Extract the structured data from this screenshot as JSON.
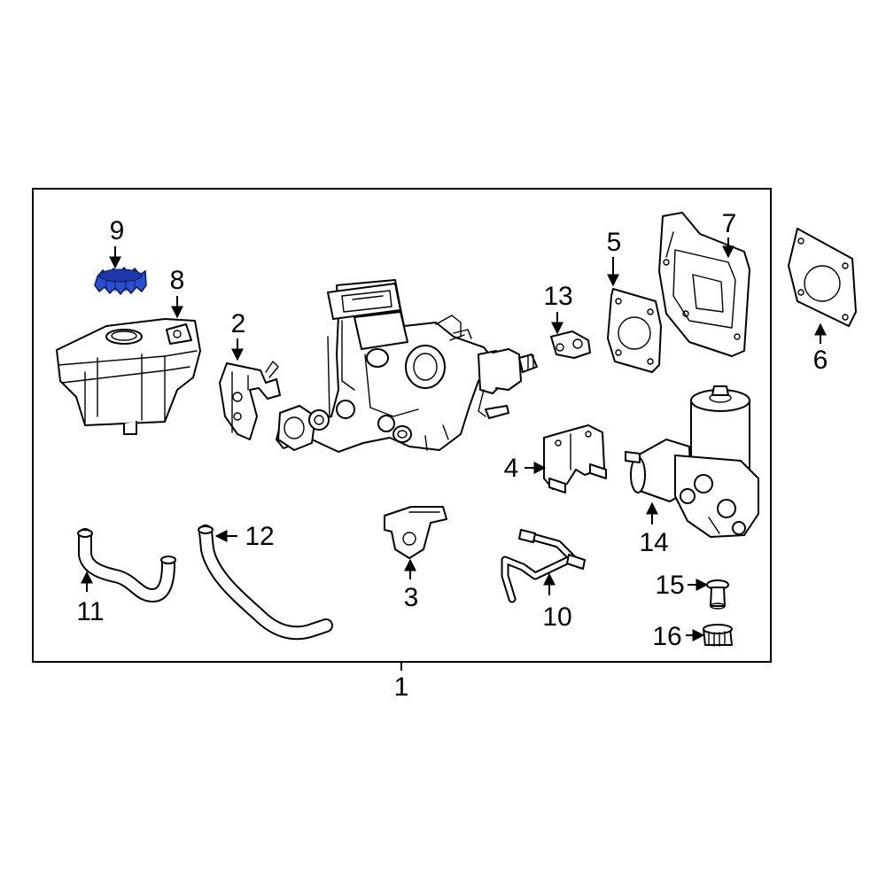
{
  "callouts": {
    "c1": "1",
    "c2": "2",
    "c3": "3",
    "c4": "4",
    "c5": "5",
    "c6": "6",
    "c7": "7",
    "c8": "8",
    "c9": "9",
    "c10": "10",
    "c11": "11",
    "c12": "12",
    "c13": "13",
    "c14": "14",
    "c15": "15",
    "c16": "16"
  },
  "colors": {
    "highlight": "#2b4fd1",
    "highlight_shade": "#1c39a8",
    "line": "#000000",
    "background": "#ffffff"
  }
}
